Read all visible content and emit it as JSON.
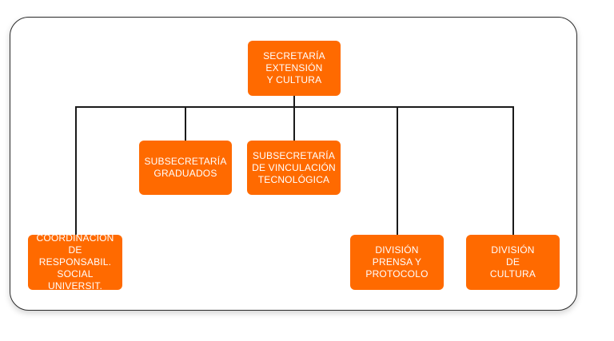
{
  "org_chart": {
    "nodes": [
      {
        "id": "secretaria",
        "label": "SECRETARÍA\nEXTENSIÓN\nY CULTURA",
        "parent": null
      },
      {
        "id": "sub-graduados",
        "label": "SUBSECRETARÍA\nGRADUADOS",
        "parent": "secretaria"
      },
      {
        "id": "sub-vinculacion",
        "label": "SUBSECRETARÍA\nDE VINCULACIÓN\nTECNOLÓGICA",
        "parent": "secretaria"
      },
      {
        "id": "coordinacion",
        "label": "COORDINACIÓN\nDE RESPONSABIL.\nSOCIAL UNIVERSIT.",
        "parent": "secretaria"
      },
      {
        "id": "division-prensa",
        "label": "DIVISIÓN\nPRENSA Y\nPROTOCOLO",
        "parent": "secretaria"
      },
      {
        "id": "division-cultura",
        "label": "DIVISIÓN\nDE\nCULTURA",
        "parent": "secretaria"
      }
    ],
    "colors": {
      "node_fill": "#ff6a00",
      "node_text": "#ffffff",
      "connector": "#1a1a1a",
      "frame_border": "#2b2b2b"
    }
  }
}
